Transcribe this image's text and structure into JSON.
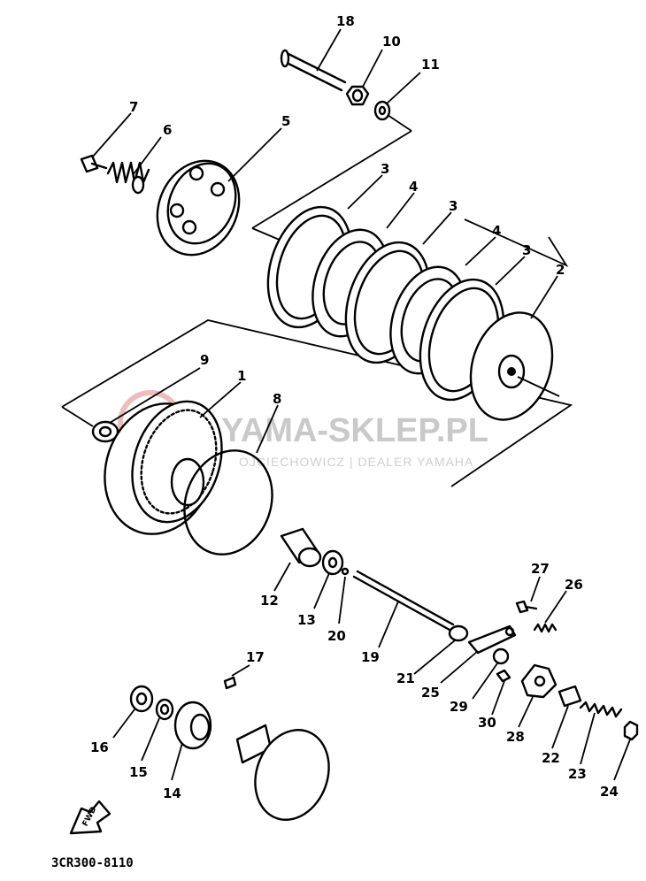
{
  "diagram_code": "3CR300-8110",
  "watermark": {
    "title": "YAMA-SKLEP.PL",
    "subtitle": "OJCIECHOWICZ | DEALER YAMAHA",
    "logo_color": "#e8a0a0"
  },
  "fwd_label": "FWD",
  "callouts": [
    "18",
    "10",
    "11",
    "7",
    "6",
    "5",
    "3",
    "4",
    "3",
    "4",
    "3",
    "2",
    "9",
    "1",
    "8",
    "27",
    "26",
    "12",
    "13",
    "20",
    "19",
    "21",
    "25",
    "29",
    "30",
    "28",
    "22",
    "23",
    "24",
    "17",
    "16",
    "15",
    "14"
  ]
}
